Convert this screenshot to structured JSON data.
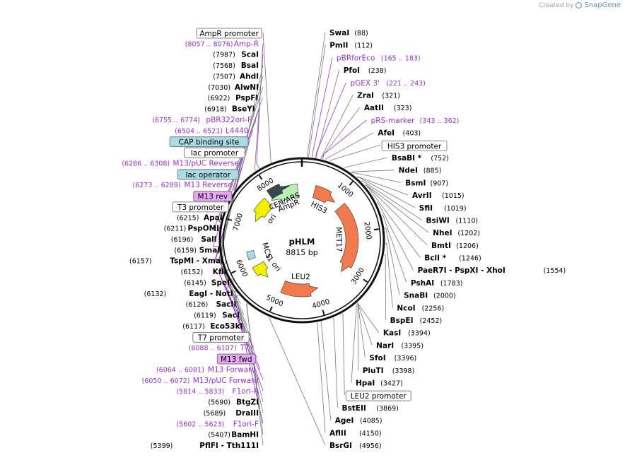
{
  "credit": {
    "created_by": "Created by",
    "brand": "SnapGene",
    "logo_icon": "snapgene-logo-icon"
  },
  "plasmid": {
    "name": "pHLM",
    "length_label": "8815 bp",
    "length": 8815
  },
  "ticks": [
    "1000",
    "2000",
    "3000",
    "4000",
    "5000",
    "6000",
    "7000",
    "8000"
  ],
  "colors": {
    "primer": "#9b30d9",
    "orange_feature": "#f07a4d",
    "yellow_ori": "#f2f000",
    "green_ampr": "#b8f0b4",
    "gray_ars": "#3c4650",
    "promoter_box": "#ffffff",
    "protein_box": "#a9dbe6",
    "primer_box": "#e8a6f7"
  },
  "labels_left": [
    {
      "t": "box",
      "text": "AmpR promoter",
      "fill": "#ffffff",
      "site": 8290
    },
    {
      "t": "primer",
      "pos": "(8057 .. 8076)",
      "name": "Amp-R",
      "site": 8066
    },
    {
      "t": "enz",
      "pos": "(7987)",
      "name": "ScaI",
      "site": 7987
    },
    {
      "t": "enz",
      "pos": "(7568)",
      "name": "BsaI",
      "site": 7568
    },
    {
      "t": "enz",
      "pos": "(7507)",
      "name": "AhdI",
      "site": 7507
    },
    {
      "t": "enz",
      "pos": "(7030)",
      "name": "AlwNI",
      "site": 7030
    },
    {
      "t": "enz",
      "pos": "(6922)",
      "name": "PspFI",
      "site": 6922
    },
    {
      "t": "enz",
      "pos": "(6918)",
      "name": "BseYI",
      "site": 6918
    },
    {
      "t": "primer",
      "pos": "(6755 .. 6774)",
      "name": "pBR322ori-F",
      "site": 6765
    },
    {
      "t": "primer",
      "pos": "(6504 .. 6521)",
      "name": "L4440",
      "site": 6512
    },
    {
      "t": "box",
      "text": "CAP binding site",
      "fill": "#a9dbe6",
      "site": 6440
    },
    {
      "t": "box",
      "text": "lac promoter",
      "fill": "#ffffff",
      "site": 6380
    },
    {
      "t": "primer",
      "pos": "(6286 .. 6308)",
      "name": "M13/pUC Reverse",
      "site": 6297
    },
    {
      "t": "box",
      "text": "lac operator",
      "fill": "#a9dbe6",
      "site": 6300
    },
    {
      "t": "primer",
      "pos": "(6273 .. 6289)",
      "name": "M13 Reverse",
      "site": 6281
    },
    {
      "t": "box",
      "text": "M13 rev",
      "fill": "#e8a6f7",
      "site": 6281
    },
    {
      "t": "box",
      "text": "T3 promoter",
      "fill": "#ffffff",
      "site": 6230
    },
    {
      "t": "enz",
      "pos": "(6215)",
      "name": "ApaI",
      "site": 6215
    },
    {
      "t": "enz",
      "pos": "(6211)",
      "name": "PspOMI",
      "site": 6211
    },
    {
      "t": "enz",
      "pos": "(6196)",
      "name": "SalI",
      "site": 6196
    },
    {
      "t": "enz",
      "pos": "(6159)",
      "name": "SmaI",
      "site": 6159
    },
    {
      "t": "enz",
      "pos": "(6157)",
      "name": "TspMI   - XmaI",
      "site": 6157
    },
    {
      "t": "enz",
      "pos": "(6152)",
      "name": "KflI",
      "site": 6152
    },
    {
      "t": "enz",
      "pos": "(6145)",
      "name": "SpeI",
      "site": 6145
    },
    {
      "t": "enz",
      "pos": "(6132)",
      "name": "EagI   - NotI",
      "site": 6132
    },
    {
      "t": "enz",
      "pos": "(6126)",
      "name": "SacII",
      "site": 6126
    },
    {
      "t": "enz",
      "pos": "(6119)",
      "name": "SacI",
      "site": 6119
    },
    {
      "t": "enz",
      "pos": "(6117)",
      "name": "Eco53kI",
      "site": 6117
    },
    {
      "t": "box",
      "text": "T7 promoter",
      "fill": "#ffffff",
      "site": 6100
    },
    {
      "t": "primer",
      "pos": "(6088 .. 6107)",
      "name": "T7",
      "site": 6097
    },
    {
      "t": "box",
      "text": "M13 fwd",
      "fill": "#e8a6f7",
      "site": 6072
    },
    {
      "t": "primer",
      "pos": "(6064 .. 6081)",
      "name": "M13 Forward",
      "site": 6072
    },
    {
      "t": "primer",
      "pos": "(6050 .. 6072)",
      "name": "M13/pUC Forward",
      "site": 6061
    },
    {
      "t": "primer",
      "pos": "(5814 .. 5833)",
      "name": "F1ori-R",
      "site": 5823
    },
    {
      "t": "enz",
      "pos": "(5690)",
      "name": "BtgZI",
      "site": 5690
    },
    {
      "t": "enz",
      "pos": "(5689)",
      "name": "DraIII",
      "site": 5689
    },
    {
      "t": "primer",
      "pos": "(5602 .. 5623)",
      "name": "F1ori-F",
      "site": 5612
    },
    {
      "t": "enz",
      "pos": "(5407)",
      "name": "BamHI",
      "site": 5407
    },
    {
      "t": "enz",
      "pos": "(5399)",
      "name": "PflFI   - Tth111I",
      "site": 5399
    }
  ],
  "labels_right": [
    {
      "t": "enz",
      "name": "SwaI",
      "pos": "(88)",
      "site": 88
    },
    {
      "t": "enz",
      "name": "PmlI",
      "pos": "(112)",
      "site": 112
    },
    {
      "t": "primer",
      "name": "pBRforEco",
      "pos": "(165 .. 183)",
      "site": 174
    },
    {
      "t": "enz",
      "name": "PfoI",
      "pos": "(238)",
      "site": 238
    },
    {
      "t": "primer",
      "name": "pGEX 3'",
      "pos": "(221 .. 243)",
      "site": 232
    },
    {
      "t": "enz",
      "name": "ZraI",
      "pos": "(321)",
      "site": 321
    },
    {
      "t": "enz",
      "name": "AatII",
      "pos": "(323)",
      "site": 323
    },
    {
      "t": "primer",
      "name": "pRS-marker",
      "pos": "(343 .. 362)",
      "site": 352
    },
    {
      "t": "enz",
      "name": "AfeI",
      "pos": "(403)",
      "site": 403
    },
    {
      "t": "box",
      "text": "HIS3 promoter",
      "fill": "#ffffff",
      "site": 480
    },
    {
      "t": "enz",
      "name": "BsaBI *",
      "pos": "(752)",
      "site": 752
    },
    {
      "t": "enz",
      "name": "NdeI",
      "pos": "(885)",
      "site": 885
    },
    {
      "t": "enz",
      "name": "BsmI",
      "pos": "(907)",
      "site": 907
    },
    {
      "t": "enz",
      "name": "AvrII",
      "pos": "(1015)",
      "site": 1015
    },
    {
      "t": "enz",
      "name": "SfiI",
      "pos": "(1019)",
      "site": 1019
    },
    {
      "t": "enz",
      "name": "BsiWI",
      "pos": "(1110)",
      "site": 1110
    },
    {
      "t": "enz",
      "name": "NheI",
      "pos": "(1202)",
      "site": 1202
    },
    {
      "t": "enz",
      "name": "BmtI",
      "pos": "(1206)",
      "site": 1206
    },
    {
      "t": "enz",
      "name": "BclI *",
      "pos": "(1246)",
      "site": 1246
    },
    {
      "t": "enz",
      "name": "PaeR7I   - PspXI   - XhoI",
      "pos": "(1554)",
      "site": 1554
    },
    {
      "t": "enz",
      "name": "PshAI",
      "pos": "(1783)",
      "site": 1783
    },
    {
      "t": "enz",
      "name": "SnaBI",
      "pos": "(2000)",
      "site": 2000
    },
    {
      "t": "enz",
      "name": "NcoI",
      "pos": "(2256)",
      "site": 2256
    },
    {
      "t": "enz",
      "name": "BspEI",
      "pos": "(2452)",
      "site": 2452
    },
    {
      "t": "enz",
      "name": "KasI",
      "pos": "(3394)",
      "site": 3394
    },
    {
      "t": "enz",
      "name": "NarI",
      "pos": "(3395)",
      "site": 3395
    },
    {
      "t": "enz",
      "name": "SfoI",
      "pos": "(3396)",
      "site": 3396
    },
    {
      "t": "enz",
      "name": "PluTI",
      "pos": "(3398)",
      "site": 3398
    },
    {
      "t": "enz",
      "name": "HpaI",
      "pos": "(3427)",
      "site": 3427
    },
    {
      "t": "box",
      "text": "LEU2 promoter",
      "fill": "#ffffff",
      "site": 3700
    },
    {
      "t": "enz",
      "name": "BstEII",
      "pos": "(3869)",
      "site": 3869
    },
    {
      "t": "enz",
      "name": "AgeI",
      "pos": "(4085)",
      "site": 4085
    },
    {
      "t": "enz",
      "name": "AflII",
      "pos": "(4150)",
      "site": 4150
    },
    {
      "t": "enz",
      "name": "BsrGI",
      "pos": "(4956)",
      "site": 4956
    }
  ],
  "features": [
    {
      "name": "HIS3",
      "start": 350,
      "end": 1000,
      "fill": "#f07a4d",
      "dir": 1,
      "r": "inner",
      "label": "HIS3"
    },
    {
      "name": "MET17",
      "start": 1200,
      "end": 3150,
      "fill": "#f07a4d",
      "dir": 1,
      "r": "inner",
      "label": "MET17"
    },
    {
      "name": "LEU2",
      "start": 3950,
      "end": 4950,
      "fill": "#f07a4d",
      "dir": -1,
      "r": "inner",
      "label": "LEU2"
    },
    {
      "name": "ori",
      "start": 7800,
      "end": 7150,
      "fill": "#f2f000",
      "dir": -1,
      "r": "inner",
      "label": "ori"
    },
    {
      "name": "f1 ori",
      "start": 5900,
      "end": 5450,
      "fill": "#f2f000",
      "dir": -1,
      "r": "inner",
      "label": "f1 ori"
    },
    {
      "name": "AmpR",
      "start": 8700,
      "end": 7900,
      "fill": "#b8f0b4",
      "dir": -1,
      "r": "inner",
      "label": "AmpR"
    },
    {
      "name": "CEN/ARS",
      "start": 7950,
      "end": 8500,
      "fill": "#3c4650",
      "dir": 1,
      "r": "outer",
      "label": "CEN/ARS"
    },
    {
      "name": "MCS",
      "start": 6110,
      "end": 6320,
      "fill": "#a9dbe6",
      "dir": 0,
      "r": "inner",
      "label": "MCS"
    }
  ]
}
